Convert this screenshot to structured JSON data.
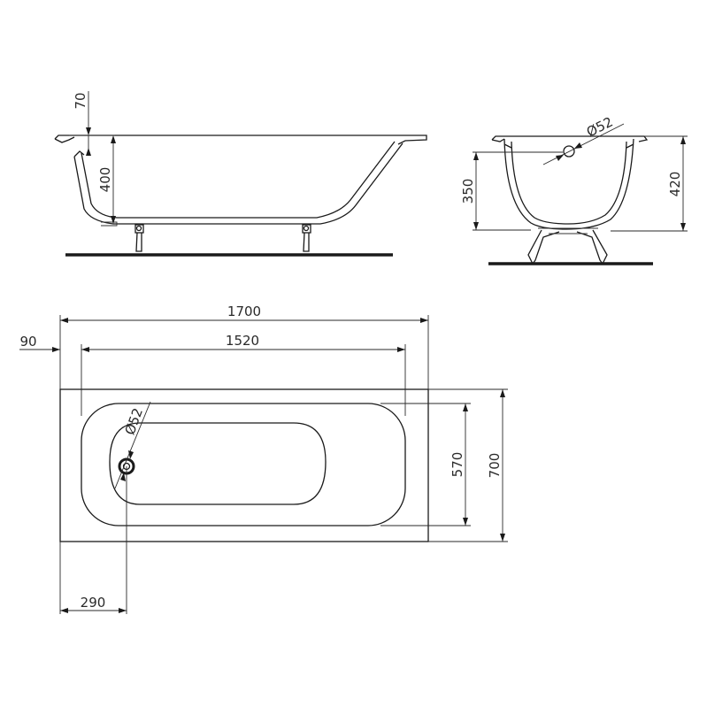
{
  "dimensions": {
    "rim_height": "70",
    "inner_depth_side": "400",
    "drain_diameter_end": "Ø52",
    "end_depth": "350",
    "total_height": "420",
    "overall_length": "1700",
    "offset": "90",
    "inner_length": "1520",
    "drain_diameter_plan": "Ø52",
    "inner_width": "570",
    "overall_width": "700",
    "drain_offset": "290"
  },
  "colors": {
    "line": "#1a1a1a",
    "background": "#ffffff"
  }
}
